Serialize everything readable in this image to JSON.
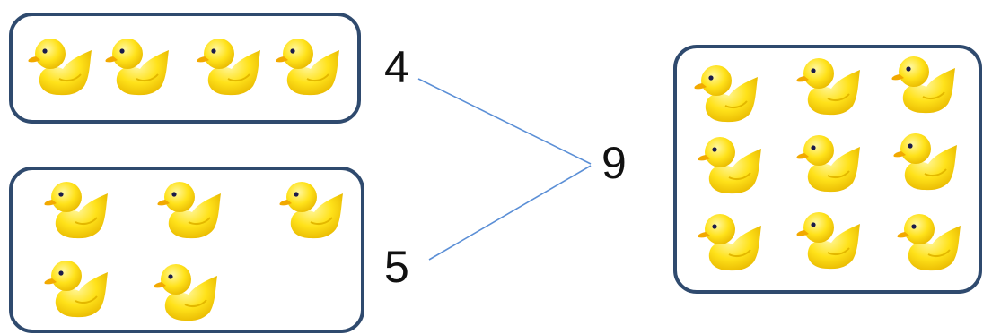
{
  "numbers": {
    "top": "4",
    "bottom": "5",
    "total": "9"
  },
  "groups": {
    "top_count": 4,
    "bottom_count": 5,
    "total_count": 9
  },
  "icons": {
    "item": "rubber-duck-icon"
  },
  "colors": {
    "box_border": "#2f4a6e",
    "connector": "#5b8fd6",
    "duck_body": "#ffe21a"
  }
}
